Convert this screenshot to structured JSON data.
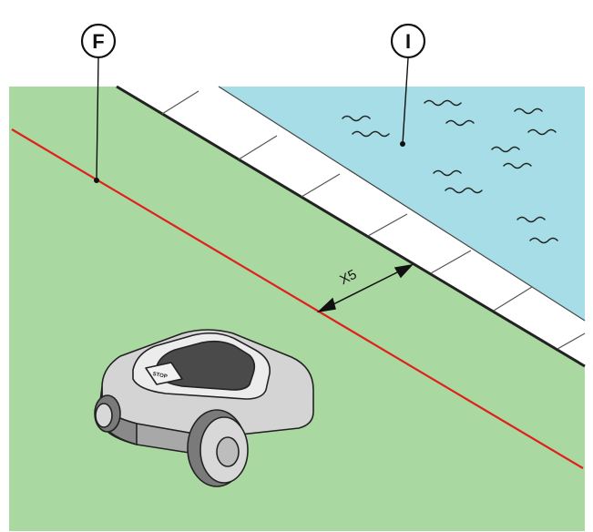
{
  "callouts": {
    "boundary_wire": {
      "label": "F"
    },
    "water": {
      "label": "I"
    }
  },
  "dimension": {
    "label": "X5"
  },
  "mower": {
    "button_label": "STOP"
  },
  "colors": {
    "lawn": "#a9d8a0",
    "water": "#a6dde6",
    "wire": "#e0201c",
    "paving": "#ffffff",
    "outline": "#222222"
  }
}
